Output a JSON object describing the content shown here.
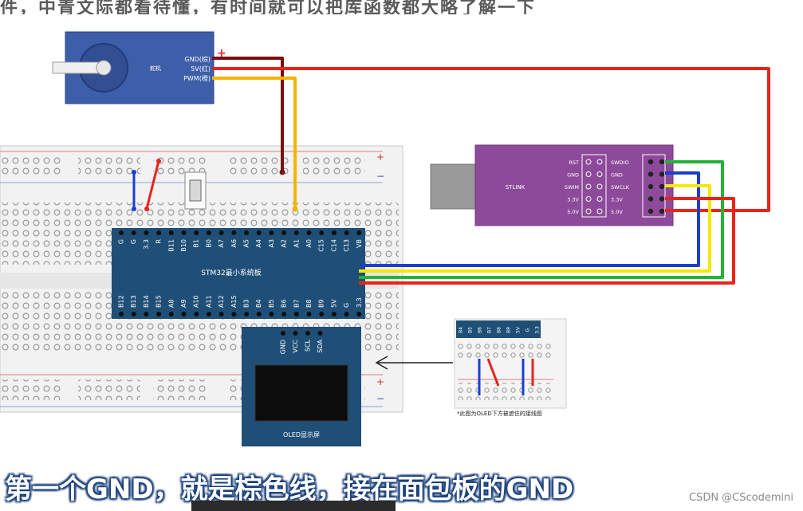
{
  "top_caption": "件，中青文际都看待懂，有时间就可以把库函数都大略了解一下",
  "servo": {
    "name": "舵机",
    "pins": [
      "GND(棕)",
      "5V(红)",
      "PWM(橙)"
    ],
    "plus": "+"
  },
  "breadboard": {
    "rail_plus": "+",
    "rail_minus": "−"
  },
  "stm32": {
    "name": "STM32最小系统板",
    "top_pins": [
      "G",
      "G",
      "3.3",
      "R",
      "B11",
      "B10",
      "B1",
      "B0",
      "A7",
      "A6",
      "A5",
      "A4",
      "A3",
      "A2",
      "A1",
      "A0",
      "C15",
      "C14",
      "C13",
      "VB"
    ],
    "bottom_pins": [
      "B12",
      "B13",
      "B14",
      "B15",
      "A8",
      "A9",
      "A10",
      "A11",
      "A12",
      "A15",
      "B3",
      "B4",
      "B5",
      "B6",
      "B7",
      "B8",
      "B9",
      "5V",
      "G",
      "3.3"
    ]
  },
  "stlink": {
    "name": "STLINK",
    "left_labels": [
      "RST",
      "GND",
      "SWIM",
      "3.3V",
      "5.0V"
    ],
    "right_labels": [
      "SWDIO",
      "GND",
      "SWCLK",
      "3.3V",
      "5.0V"
    ]
  },
  "oled": {
    "pins": [
      "GND",
      "VCC",
      "SCL",
      "SDA"
    ],
    "label": "OLED显示屏"
  },
  "inset": {
    "note": "*此图为OLED下方被遮住的接线图",
    "pins": [
      "B4",
      "B5",
      "B6",
      "B7",
      "B8",
      "B9",
      "5V",
      "G",
      "3.3"
    ]
  },
  "subtitle": "第一个GND，就是棕色线，接在面包板的GND",
  "watermark": "CSDN @CScodemini",
  "colors": {
    "brown": "#7a1010",
    "red": "#e8231c",
    "orange": "#f5b400",
    "green": "#22b33a",
    "blue": "#1b3fcc",
    "yellow": "#f4e800",
    "board": "#1f4f77",
    "stlink": "#8e4a9a",
    "servo": "#3d5ea8"
  }
}
